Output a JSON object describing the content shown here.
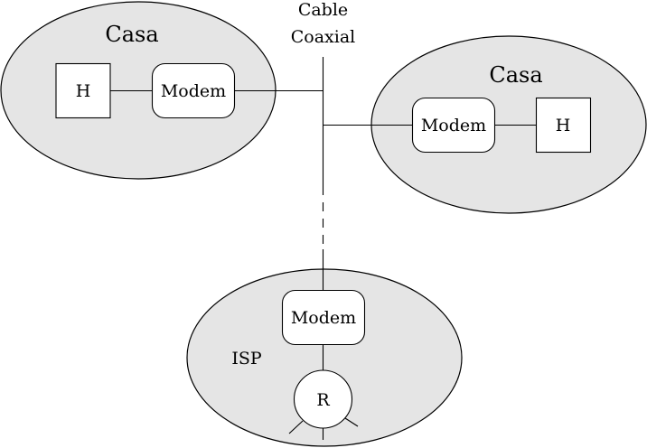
{
  "diagram": {
    "cable_label_line1": "Cable",
    "cable_label_line2": "Coaxial",
    "home_left": {
      "title": "Casa",
      "host": "H",
      "modem": "Modem"
    },
    "home_right": {
      "title": "Casa",
      "host": "H",
      "modem": "Modem"
    },
    "isp": {
      "title": "ISP",
      "modem": "Modem",
      "router": "R"
    },
    "colors": {
      "region_fill": "#e5e5e5",
      "stroke": "#000000",
      "node_fill": "#ffffff"
    }
  }
}
